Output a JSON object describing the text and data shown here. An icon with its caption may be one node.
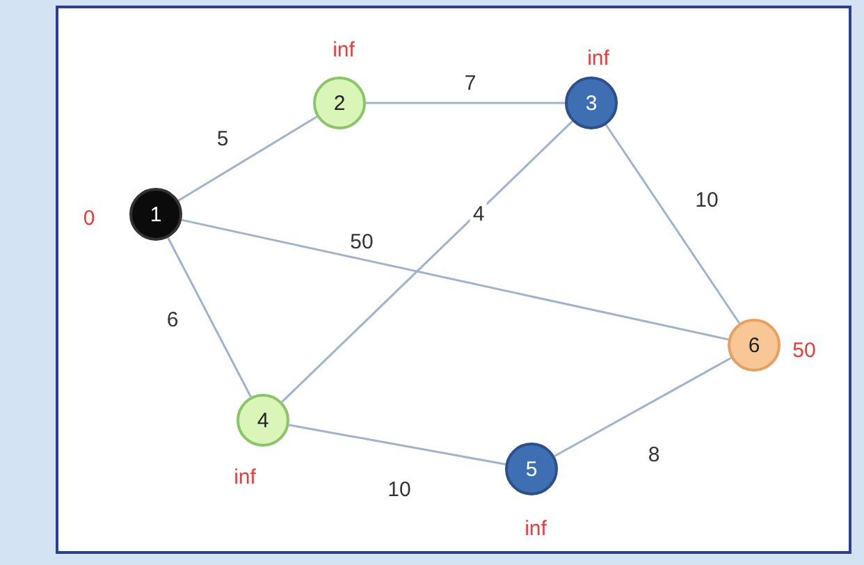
{
  "diagram": {
    "nodes": [
      {
        "text": [
          "1"
        ],
        "beside": [
          "0"
        ]
      },
      {
        "text": [
          "2"
        ],
        "beside": [
          "inf"
        ]
      },
      {
        "text": [
          "3"
        ],
        "beside": [
          "inf"
        ]
      },
      {
        "text": [
          "4"
        ],
        "beside": [
          "inf"
        ]
      },
      {
        "text": [
          "5"
        ],
        "beside": [
          "inf"
        ]
      },
      {
        "text": [
          "6"
        ],
        "beside": [
          "50"
        ]
      }
    ],
    "edges": [
      {
        "from": 0,
        "to": 1,
        "arrow": "none",
        "label": "5"
      },
      {
        "from": 1,
        "to": 2,
        "arrow": "none",
        "label": "7"
      },
      {
        "from": 0,
        "to": 5,
        "arrow": "none",
        "label": "50"
      },
      {
        "from": 0,
        "to": 3,
        "arrow": "none",
        "label": "6"
      },
      {
        "from": 2,
        "to": 3,
        "arrow": "none",
        "label": "4"
      },
      {
        "from": 2,
        "to": 5,
        "arrow": "none",
        "label": "10"
      },
      {
        "from": 3,
        "to": 4,
        "arrow": "none",
        "label": "10"
      },
      {
        "from": 4,
        "to": 5,
        "arrow": "none",
        "label": "8"
      }
    ]
  }
}
